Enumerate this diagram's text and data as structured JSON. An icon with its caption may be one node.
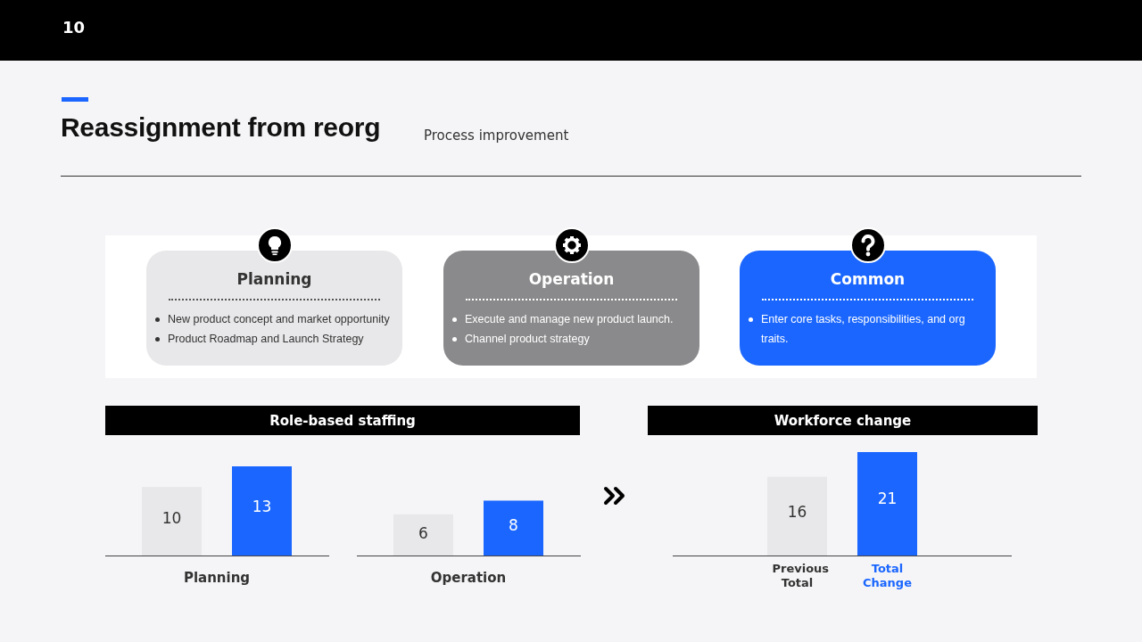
{
  "diagram": {
    "title": "Reassignment from reorg",
    "nodes": [
      {
        "text": [
          "Planning",
          "New product concept and market opportunity",
          "Product Roadmap and Launch Strategy"
        ]
      },
      {
        "text": [
          "Operation",
          "Execute and manage new product launch.",
          "Channel product strategy"
        ]
      },
      {
        "text": [
          "Common",
          "Enter core tasks, responsibilities, and org traits."
        ]
      },
      {
        "text": [
          "Role-based staffing"
        ]
      },
      {
        "text": [
          "Workforce change"
        ]
      }
    ],
    "labels": [
      "10",
      "Process improvement"
    ],
    "chart_data": [
      {
        "type": "bar",
        "categories": [
          "Planning",
          "Operation"
        ],
        "series": [
          {
            "color": "#e8e8ea",
            "values": [
              10,
              6
            ]
          },
          {
            "color": "#1a66ff",
            "values": [
              13,
              8
            ]
          }
        ],
        "data_labels": true
      },
      {
        "type": "bar",
        "categories": [
          "Previous Total",
          "Total Change"
        ],
        "series": [
          {
            "color": "#e8e8ea",
            "values": [
              16,
              null
            ]
          },
          {
            "color": "#1a66ff",
            "values": [
              null,
              21
            ]
          }
        ],
        "data_labels": true
      }
    ]
  }
}
